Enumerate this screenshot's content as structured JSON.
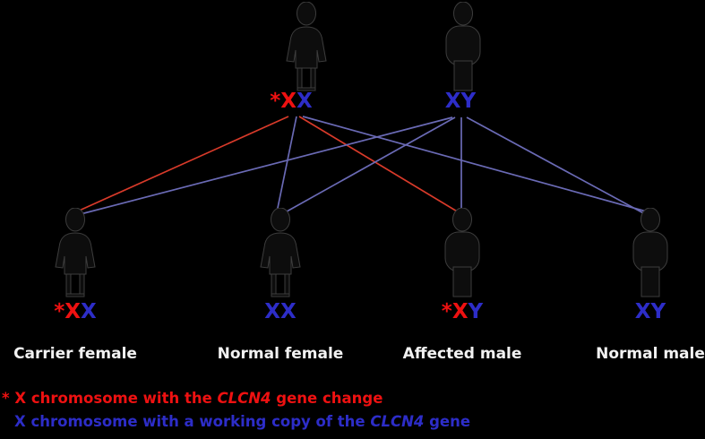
{
  "diagram": {
    "title_visible": false,
    "colors": {
      "mutant_red": "#ee1111",
      "normal_blue": "#2d2dc8",
      "background": "#000000",
      "figure_outline": "#3a3a3a",
      "caption_text": "#f2f2f2"
    },
    "parents": [
      {
        "id": "mother",
        "sex": "female",
        "icon": "female-silhouette-icon",
        "genotype_star": "*",
        "genotype_allele1": "X",
        "genotype_allele2": "X",
        "allele1_color": "mutant",
        "allele2_color": "normal",
        "caption": ""
      },
      {
        "id": "father",
        "sex": "male",
        "icon": "male-silhouette-icon",
        "genotype_star": "",
        "genotype_allele1": "X",
        "genotype_allele2": "Y",
        "allele1_color": "normal",
        "allele2_color": "normal",
        "caption": ""
      }
    ],
    "children": [
      {
        "id": "child-carrier-female",
        "sex": "female",
        "icon": "female-silhouette-icon",
        "genotype_star": "*",
        "genotype_allele1": "X",
        "genotype_allele2": "X",
        "allele1_color": "mutant",
        "allele2_color": "normal",
        "caption": "Carrier female"
      },
      {
        "id": "child-normal-female",
        "sex": "female",
        "icon": "female-silhouette-icon",
        "genotype_star": "",
        "genotype_allele1": "X",
        "genotype_allele2": "X",
        "allele1_color": "normal",
        "allele2_color": "normal",
        "caption": "Normal female"
      },
      {
        "id": "child-affected-male",
        "sex": "male",
        "icon": "male-silhouette-icon",
        "genotype_star": "*",
        "genotype_allele1": "X",
        "genotype_allele2": "Y",
        "allele1_color": "mutant",
        "allele2_color": "normal",
        "caption": "Affected male"
      },
      {
        "id": "child-normal-male",
        "sex": "male",
        "icon": "male-silhouette-icon",
        "genotype_star": "",
        "genotype_allele1": "X",
        "genotype_allele2": "Y",
        "allele1_color": "normal",
        "allele2_color": "normal",
        "caption": "Normal male"
      }
    ],
    "legend": {
      "line1_star": "*",
      "line1_text_a": " X chromosome with the ",
      "line1_gene": "CLCN4",
      "line1_text_b": " gene change",
      "line2_text_a": "X chromosome with a working copy of the ",
      "line2_gene": "CLCN4",
      "line2_text_b": " gene"
    }
  }
}
